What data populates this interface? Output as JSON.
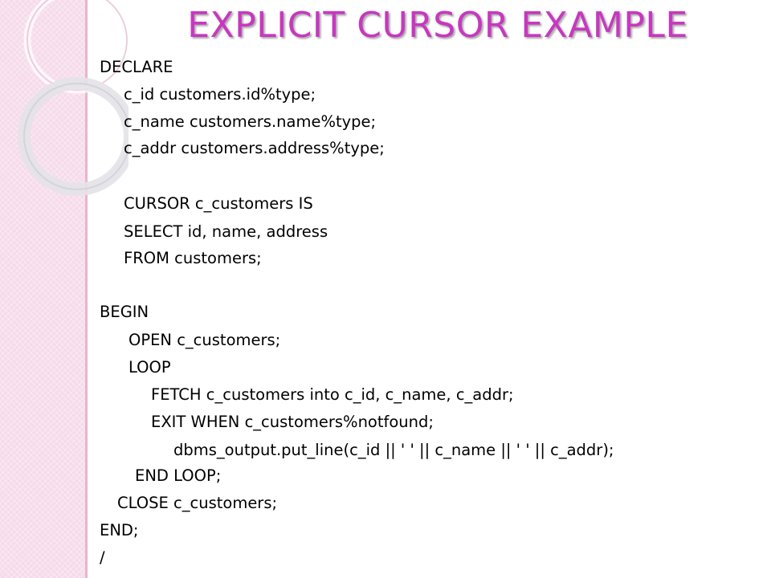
{
  "slide": {
    "title": "EXPLICIT CURSOR EXAMPLE",
    "title_color": "#c837c0",
    "accent_band_color": "#f6dbea",
    "code_lines": [
      "DECLARE",
      "c_id customers.id%type;",
      "c_name customers.name%type;",
      "c_addr customers.address%type;",
      "CURSOR c_customers IS",
      "SELECT id, name, address",
      "FROM customers;",
      "BEGIN",
      "OPEN c_customers;",
      "LOOP",
      "FETCH c_customers into c_id, c_name, c_addr;",
      "EXIT WHEN c_customers%notfound;",
      "dbms_output.put_line(c_id || ' ' || c_name || ' ' || c_addr);",
      "END LOOP;",
      "CLOSE c_customers;",
      "END;",
      "/"
    ]
  }
}
